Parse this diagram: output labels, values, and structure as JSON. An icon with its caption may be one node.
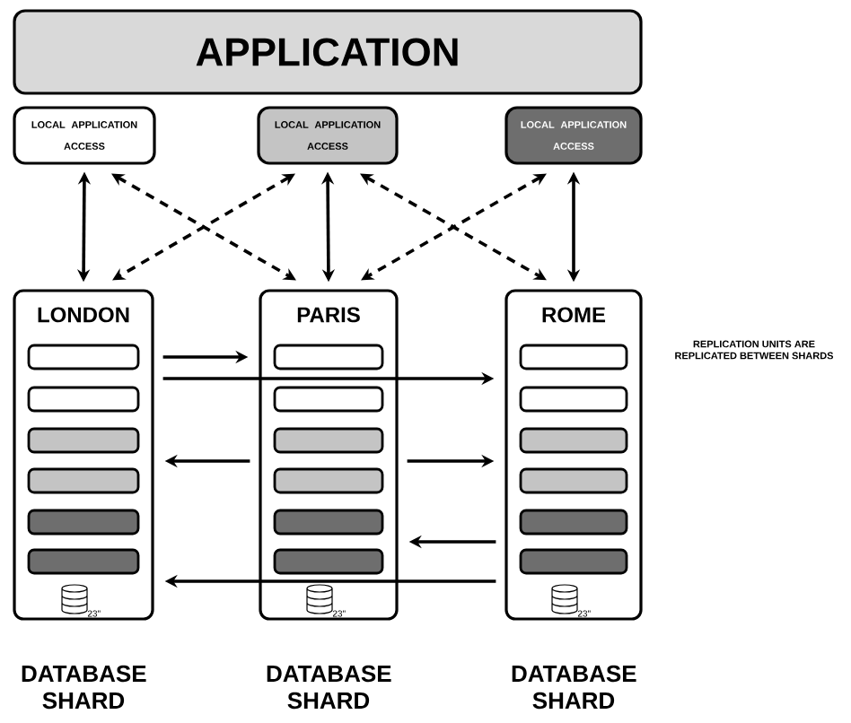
{
  "diagram": {
    "nodes": [
      {
        "text": [
          "APPLICATION"
        ]
      },
      {
        "text": [
          "LOCAL APPLICATION ACCESS"
        ]
      },
      {
        "text": [
          "LOCAL APPLICATION ACCESS"
        ]
      },
      {
        "text": [
          "LOCAL APPLICATION ACCESS"
        ]
      },
      {
        "text": [
          "LONDON"
        ],
        "beside": [
          "DATABASE SHARD"
        ]
      },
      {
        "text": [],
        "shape": "box",
        "in": 4
      },
      {
        "text": [],
        "shape": "box",
        "in": 4
      },
      {
        "text": [],
        "shape": "box",
        "in": 4
      },
      {
        "text": [],
        "shape": "box",
        "in": 4
      },
      {
        "text": [],
        "shape": "box",
        "in": 4
      },
      {
        "text": [],
        "shape": "box",
        "in": 4
      },
      {
        "text": [
          "PARIS"
        ],
        "beside": [
          "DATABASE SHARD"
        ]
      },
      {
        "text": [],
        "shape": "box",
        "in": 11
      },
      {
        "text": [],
        "shape": "box",
        "in": 11
      },
      {
        "text": [],
        "shape": "box",
        "in": 11
      },
      {
        "text": [],
        "shape": "box",
        "in": 11
      },
      {
        "text": [],
        "shape": "box",
        "in": 11
      },
      {
        "text": [],
        "shape": "box",
        "in": 11
      },
      {
        "text": [
          "ROME"
        ],
        "beside": [
          "DATABASE SHARD"
        ]
      },
      {
        "text": [],
        "shape": "box",
        "in": 18
      },
      {
        "text": [],
        "shape": "box",
        "in": 18
      },
      {
        "text": [],
        "shape": "box",
        "in": 18
      },
      {
        "text": [],
        "shape": "box",
        "in": 18
      },
      {
        "text": [],
        "shape": "box",
        "in": 18
      },
      {
        "text": [],
        "shape": "box",
        "in": 18
      }
    ],
    "edges": [
      {
        "from": 1,
        "to": 4,
        "arrow": "both"
      },
      {
        "from": 2,
        "to": 11,
        "arrow": "both"
      },
      {
        "from": 3,
        "to": 18,
        "arrow": "both"
      },
      {
        "from": 1,
        "to": 11,
        "arrow": "both",
        "style": "dashed"
      },
      {
        "from": 2,
        "to": 4,
        "arrow": "both",
        "style": "dashed"
      },
      {
        "from": 2,
        "to": 18,
        "arrow": "both",
        "style": "dashed"
      },
      {
        "from": 3,
        "to": 11,
        "arrow": "both",
        "style": "dashed"
      },
      {
        "from": 4,
        "to": 11,
        "arrow": "to"
      },
      {
        "from": 4,
        "to": 18,
        "arrow": "to"
      },
      {
        "from": 11,
        "to": 4,
        "arrow": "to"
      },
      {
        "from": 11,
        "to": 18,
        "arrow": "to"
      },
      {
        "from": 18,
        "to": 11,
        "arrow": "to"
      },
      {
        "from": 18,
        "to": 4,
        "arrow": "to"
      }
    ],
    "labels": [
      "REPLICATION UNITS ARE REPLICATED BETWEEN SHARDS",
      "23\"",
      "23\"",
      "23\""
    ]
  }
}
